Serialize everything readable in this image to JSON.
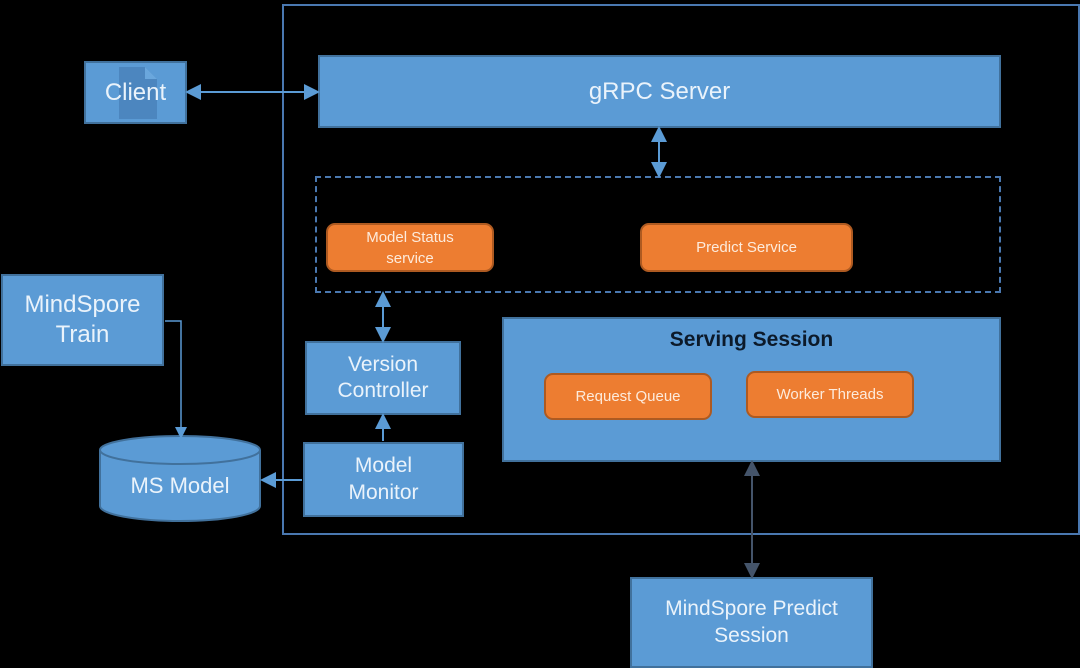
{
  "diagram": {
    "client": {
      "label": "Client",
      "icon": "document-icon"
    },
    "grpc_server": {
      "label": "gRPC Server"
    },
    "services": {
      "model_status": [
        "Model Status",
        "service"
      ],
      "predict": "Predict Service"
    },
    "mindspore_train": [
      "MindSpore",
      "Train"
    ],
    "ms_model": "MS Model",
    "version_controller": [
      "Version",
      "Controller"
    ],
    "model_monitor": [
      "Model",
      "Monitor"
    ],
    "serving_session": {
      "title": "Serving Session",
      "request_queue": "Request Queue",
      "worker_threads": "Worker Threads"
    },
    "predict_session": [
      "MindSpore Predict",
      "Session"
    ],
    "colors": {
      "box_fill": "#5b9bd5",
      "box_border": "#41719c",
      "service_fill": "#ed7d31",
      "connector": "#5b9bd5",
      "background": "#000000"
    }
  }
}
